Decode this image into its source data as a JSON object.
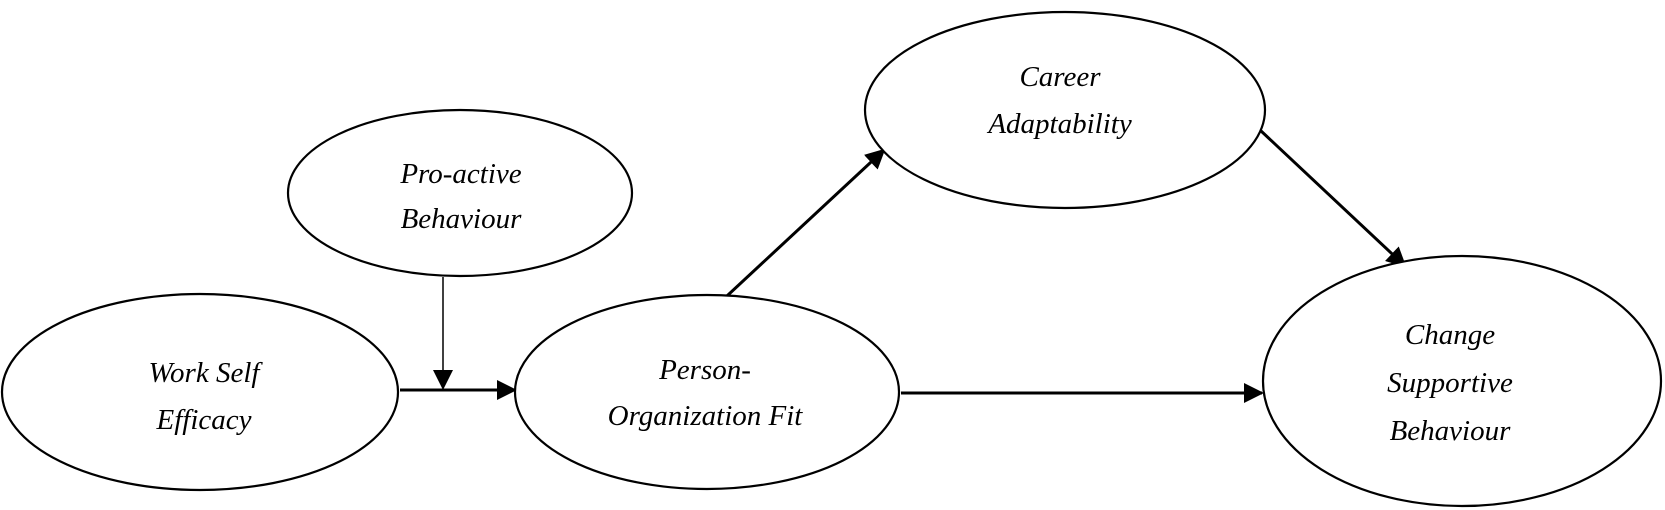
{
  "nodes": {
    "work_self_efficacy": {
      "line1": "Work Self",
      "line2": "Efficacy"
    },
    "proactive_behaviour": {
      "line1": "Pro-active",
      "line2": "Behaviour"
    },
    "person_org_fit": {
      "line1": "Person-",
      "line2": "Organization Fit"
    },
    "career_adaptability": {
      "line1": "Career",
      "line2": "Adaptability"
    },
    "change_supportive": {
      "line1": "Change",
      "line2": "Supportive",
      "line3": "Behaviour"
    }
  },
  "edges": [
    {
      "from": "work_self_efficacy",
      "to": "person_org_fit"
    },
    {
      "from": "proactive_behaviour",
      "to": "edge:work_self_efficacy->person_org_fit",
      "type": "moderation"
    },
    {
      "from": "person_org_fit",
      "to": "career_adaptability"
    },
    {
      "from": "person_org_fit",
      "to": "change_supportive"
    },
    {
      "from": "career_adaptability",
      "to": "change_supportive"
    }
  ],
  "colors": {
    "stroke": "#000000",
    "fill": "#ffffff"
  }
}
